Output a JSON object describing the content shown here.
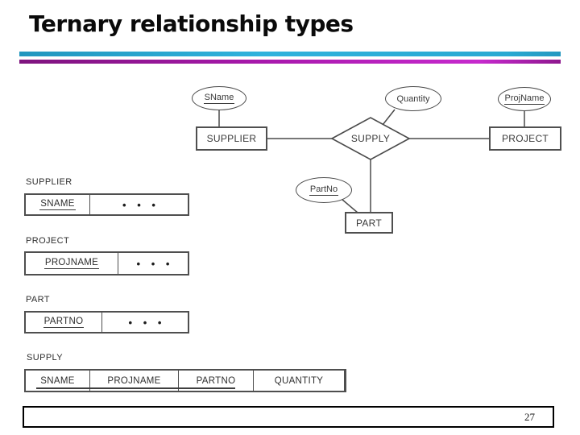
{
  "slide": {
    "title": "Ternary relationship types",
    "page_number": "27"
  },
  "colors": {
    "divider_top": "#2AA7CE",
    "divider_bottom_start": "#8A178C",
    "divider_bottom_end": "#C62ACD",
    "diagram_ink": "#4A4A4A"
  },
  "er_diagram": {
    "attributes": {
      "sname": {
        "label": "SName",
        "key": true
      },
      "quantity": {
        "label": "Quantity",
        "key": false
      },
      "projname": {
        "label": "ProjName",
        "key": true
      },
      "partno": {
        "label": "PartNo",
        "key": true
      }
    },
    "entities": {
      "supplier": {
        "label": "SUPPLIER"
      },
      "project": {
        "label": "PROJECT"
      },
      "part": {
        "label": "PART"
      }
    },
    "relationship": {
      "label": "SUPPLY"
    }
  },
  "relation_schemas": [
    {
      "name": "SUPPLIER",
      "cells": [
        "SNAME",
        "• • •"
      ]
    },
    {
      "name": "PROJECT",
      "cells": [
        "PROJNAME",
        "• • •"
      ]
    },
    {
      "name": "PART",
      "cells": [
        "PARTNO",
        "• • •"
      ]
    },
    {
      "name": "SUPPLY",
      "cells": [
        "SNAME",
        "PROJNAME",
        "PARTNO",
        "QUANTITY"
      ]
    }
  ]
}
